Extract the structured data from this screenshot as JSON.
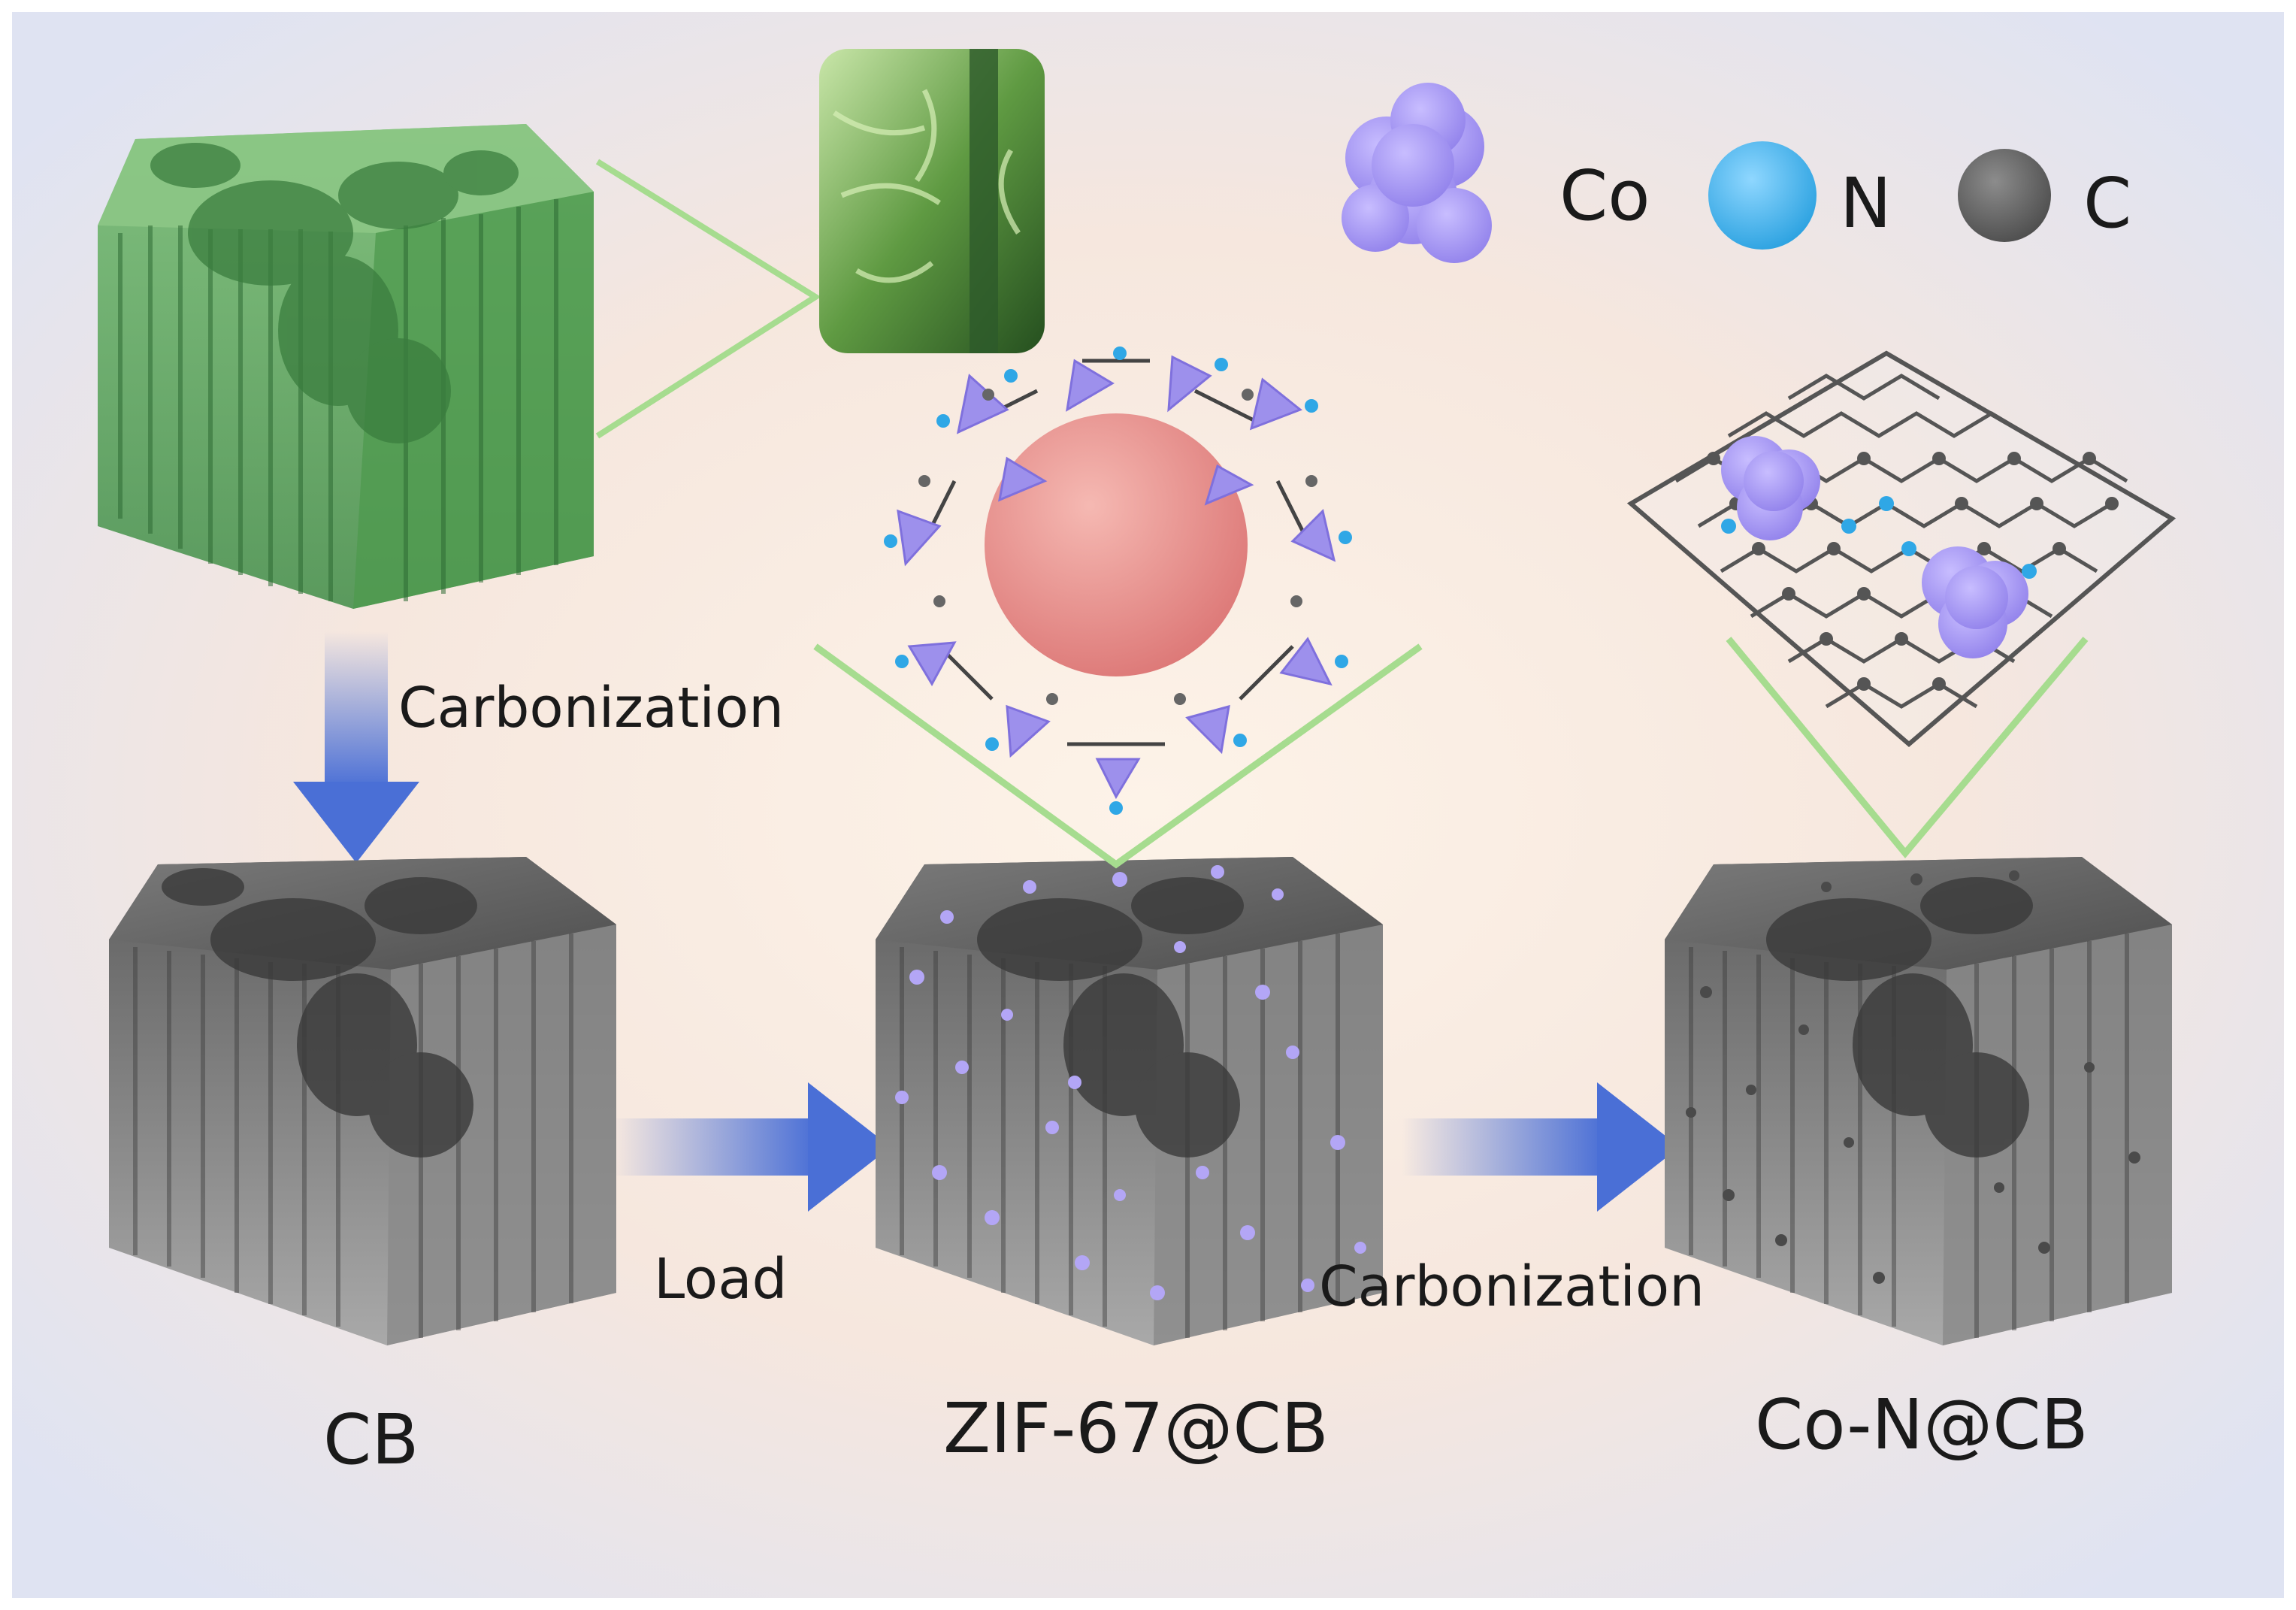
{
  "legend": {
    "items": [
      {
        "symbol": "Co",
        "color": "#9b8cf0"
      },
      {
        "symbol": "N",
        "color": "#3fb1ea"
      },
      {
        "symbol": "C",
        "color": "#6a6a6a"
      }
    ]
  },
  "steps": {
    "step1_label": "Carbonization",
    "step2_label": "Load",
    "step3_label": "Carbonization"
  },
  "materials": {
    "cb": "CB",
    "zif": "ZIF-67@CB",
    "con": "Co-N@CB"
  },
  "colors": {
    "bamboo_green": "#5fa55a",
    "carbon_gray": "#6b6b6b",
    "arrow_blue": "#4a6fd6",
    "zif_sphere": "#e77f7f"
  }
}
